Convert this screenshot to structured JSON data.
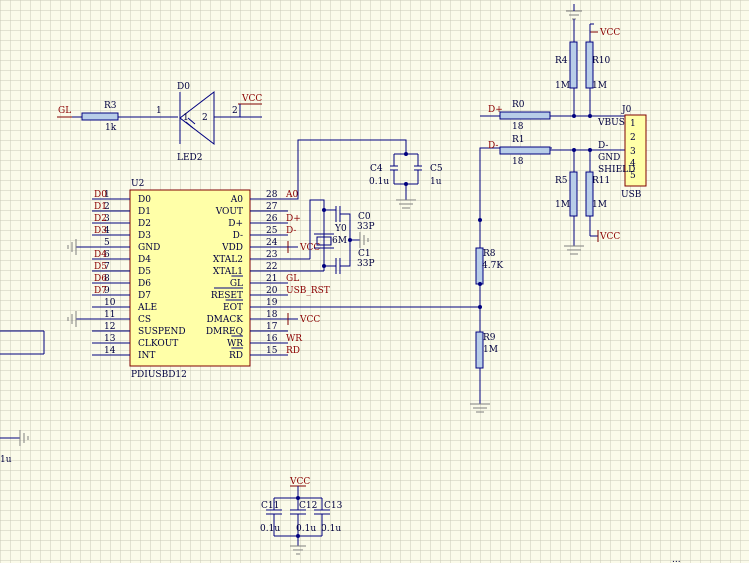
{
  "colors": {
    "background": "#fbfbea",
    "grid": "#c8c8b8",
    "wire": "#00007f",
    "part_body": "#ffffa8",
    "part_outline": "#7f0000",
    "net_label": "#8b0000",
    "text": "#000040"
  },
  "u2": {
    "ref": "U2",
    "name": "PDIUSBD12",
    "left_pins": [
      {
        "num": "1",
        "name": "D0",
        "net": "D0"
      },
      {
        "num": "2",
        "name": "D1",
        "net": "D1"
      },
      {
        "num": "3",
        "name": "D2",
        "net": "D2"
      },
      {
        "num": "4",
        "name": "D3",
        "net": "D3"
      },
      {
        "num": "5",
        "name": "GND",
        "net": ""
      },
      {
        "num": "6",
        "name": "D4",
        "net": "D4"
      },
      {
        "num": "7",
        "name": "D5",
        "net": "D5"
      },
      {
        "num": "8",
        "name": "D6",
        "net": "D6"
      },
      {
        "num": "9",
        "name": "D7",
        "net": "D7"
      },
      {
        "num": "10",
        "name": "ALE",
        "net": ""
      },
      {
        "num": "11",
        "name": "CS",
        "net": ""
      },
      {
        "num": "12",
        "name": "SUSPEND",
        "net": ""
      },
      {
        "num": "13",
        "name": "CLKOUT",
        "net": ""
      },
      {
        "num": "14",
        "name": "INT",
        "net": ""
      }
    ],
    "right_pins": [
      {
        "num": "28",
        "name": "A0",
        "net": "A0"
      },
      {
        "num": "27",
        "name": "VOUT",
        "net": ""
      },
      {
        "num": "26",
        "name": "D+",
        "net": "D+"
      },
      {
        "num": "25",
        "name": "D-",
        "net": "D-"
      },
      {
        "num": "24",
        "name": "VDD",
        "net": "VCC"
      },
      {
        "num": "23",
        "name": "XTAL2",
        "net": ""
      },
      {
        "num": "22",
        "name": "XTAL1",
        "net": ""
      },
      {
        "num": "21",
        "name": "GL",
        "net": "GL"
      },
      {
        "num": "20",
        "name": "RESET",
        "net": "USB_RST"
      },
      {
        "num": "19",
        "name": "EOT",
        "net": ""
      },
      {
        "num": "18",
        "name": "DMACK",
        "net": "VCC"
      },
      {
        "num": "17",
        "name": "DMREQ",
        "net": ""
      },
      {
        "num": "16",
        "name": "WR",
        "net": "WR"
      },
      {
        "num": "15",
        "name": "RD",
        "net": "RD"
      }
    ]
  },
  "led": {
    "ref": "D0",
    "name": "LED2",
    "pin1": "1",
    "pin2": "2",
    "net_in": "GL",
    "net_out": "VCC"
  },
  "r3": {
    "ref": "R3",
    "value": "1k",
    "pin": "1"
  },
  "connector": {
    "ref": "J0",
    "name": "USB",
    "pins": [
      "1",
      "2",
      "3",
      "4",
      "5"
    ],
    "labels": [
      "VBUS",
      "D-",
      "GND",
      "SHIELD"
    ]
  },
  "resistors": [
    {
      "ref": "R4",
      "value": "1M"
    },
    {
      "ref": "R10",
      "value": "1M"
    },
    {
      "ref": "R0",
      "value": "18"
    },
    {
      "ref": "R1",
      "value": "18"
    },
    {
      "ref": "R5",
      "value": "1M"
    },
    {
      "ref": "R11",
      "value": "1M"
    },
    {
      "ref": "R8",
      "value": "4.7K"
    },
    {
      "ref": "R9",
      "value": "1M"
    }
  ],
  "capacitors": [
    {
      "ref": "C4",
      "value": "0.1u"
    },
    {
      "ref": "C5",
      "value": "1u"
    },
    {
      "ref": "C0",
      "value": "33P"
    },
    {
      "ref": "C1",
      "value": "33P"
    },
    {
      "ref": "C11",
      "value": "0.1u"
    },
    {
      "ref": "C12",
      "value": "0.1u"
    },
    {
      "ref": "C13",
      "value": "0.1u"
    }
  ],
  "crystal": {
    "ref": "Y0",
    "value": "6M"
  },
  "nets": {
    "vcc": "VCC",
    "dplus": "D+",
    "dminus": "D-",
    "gl": "GL",
    "partial": "1u"
  }
}
